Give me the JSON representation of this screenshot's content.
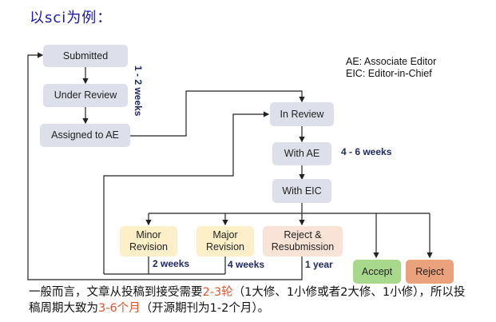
{
  "title": "以sci为例：",
  "legend": {
    "line1": "AE: Associate Editor",
    "line2": "EIC: Editor-in-Chief"
  },
  "nodes": {
    "submitted": "Submitted",
    "under_review": "Under Review",
    "assigned_to_ae": "Assigned to AE",
    "in_review": "In Review",
    "with_ae": "With AE",
    "with_eic": "With EIC",
    "minor_revision": "Minor Revision",
    "major_revision": "Major Revision",
    "reject_resubmission": "Reject & Resubmission",
    "accept": "Accept",
    "reject": "Reject"
  },
  "durations": {
    "initial": "1 - 2 weeks",
    "review": "4 - 6 weeks",
    "minor": "2 weeks",
    "major": "4 weeks",
    "resubmission": "1 year"
  },
  "summary": {
    "part1": "一般而言，文章从投稿到接受需要",
    "highlight1": "2-3轮",
    "part2": "（1大修、1小修或者2大修、1小修），所以投稿周期大致为",
    "highlight2": "3-6个月",
    "part3": "（开源期刊为1-2个月）。"
  },
  "colors": {
    "title": "#1a1aa8",
    "highlight": "#e0542a",
    "duration": "#1d2a63",
    "node_gray": "#dde0ea",
    "node_yellow": "#fdf0c8",
    "node_peach": "#f9e3d6",
    "node_green": "#a8d88c",
    "node_orange": "#eaa27c"
  }
}
